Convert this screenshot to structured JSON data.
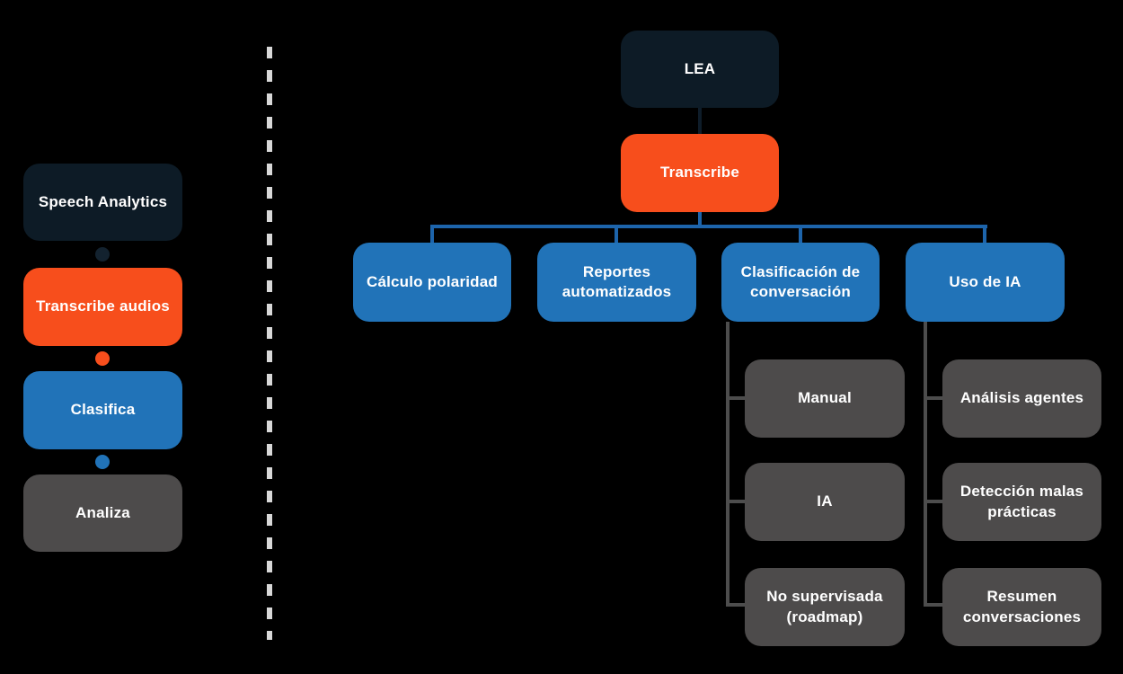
{
  "colors": {
    "background": "#000000",
    "navy": "#0d1b26",
    "orange": "#f74e1c",
    "blue": "#2173b8",
    "gray": "#4d4b4b",
    "blue_connector": "#1d64ab",
    "gray_connector": "#4d4d4d",
    "dashed_divider": "#d8d8d8",
    "text": "#ffffff"
  },
  "left_flow": {
    "steps": [
      {
        "label": "Speech Analytics",
        "color": "navy"
      },
      {
        "label": "Transcribe audios",
        "color": "orange"
      },
      {
        "label": "Clasifica",
        "color": "blue"
      },
      {
        "label": "Analiza",
        "color": "gray"
      }
    ]
  },
  "org_tree": {
    "root": {
      "label": "LEA",
      "color": "navy"
    },
    "process": {
      "label": "Transcribe",
      "color": "orange"
    },
    "branches": [
      {
        "label": "Cálculo polaridad",
        "color": "blue",
        "children": []
      },
      {
        "label": "Reportes automatizados",
        "color": "blue",
        "children": []
      },
      {
        "label": "Clasificación de conversación",
        "color": "blue",
        "children": [
          "Manual",
          "IA",
          "No supervisada (roadmap)"
        ]
      },
      {
        "label": "Uso de IA",
        "color": "blue",
        "children": [
          "Análisis agentes",
          "Detección malas prácticas",
          "Resumen conversaciones"
        ]
      }
    ]
  }
}
